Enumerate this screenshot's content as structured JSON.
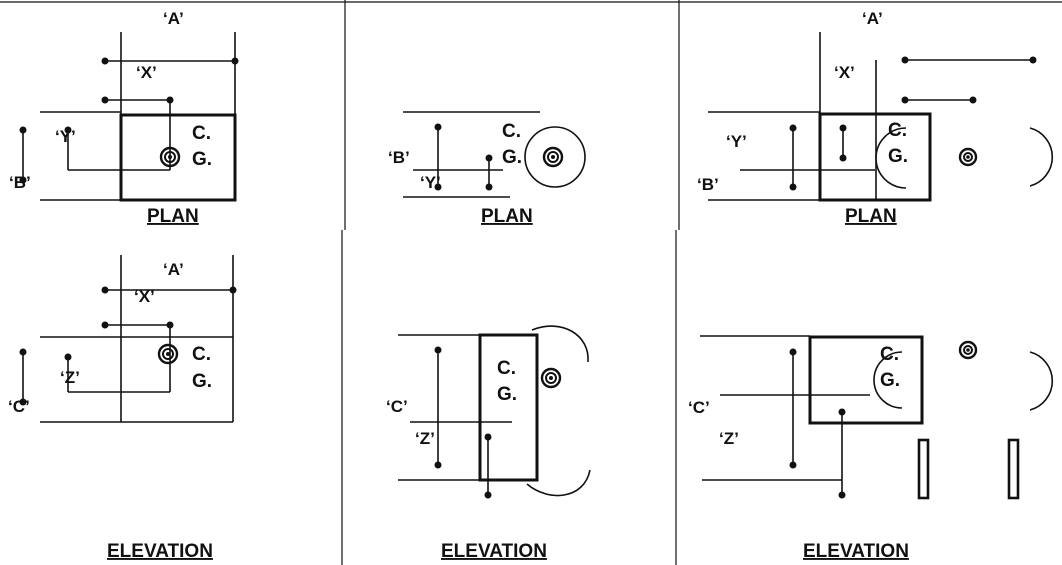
{
  "labels": {
    "A": "‘A’",
    "B": "‘B’",
    "C": "‘C’",
    "X": "‘X’",
    "Y": "‘Y’",
    "Z": "‘Z’",
    "cg_top": "C.",
    "cg_bottom": "G.",
    "plan": "PLAN",
    "elevation": "ELEVATION"
  }
}
